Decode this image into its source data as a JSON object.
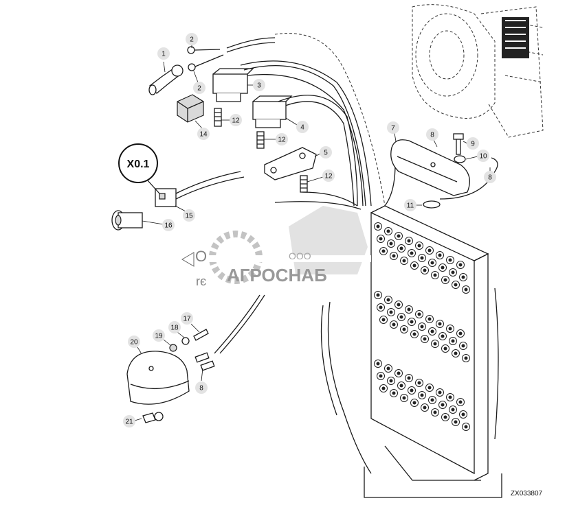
{
  "diagram": {
    "ref_code": "ZX033807",
    "connector_label": "X0.1",
    "watermark": {
      "brand": "ООО АГРОСНАБ",
      "partial_left": "О",
      "partial_left2": "rє"
    },
    "callouts": [
      "1",
      "2",
      "2",
      "3",
      "4",
      "5",
      "7",
      "8",
      "8",
      "8",
      "9",
      "10",
      "11",
      "12",
      "12",
      "12",
      "14",
      "15",
      "16",
      "17",
      "18",
      "19",
      "20",
      "21"
    ]
  }
}
